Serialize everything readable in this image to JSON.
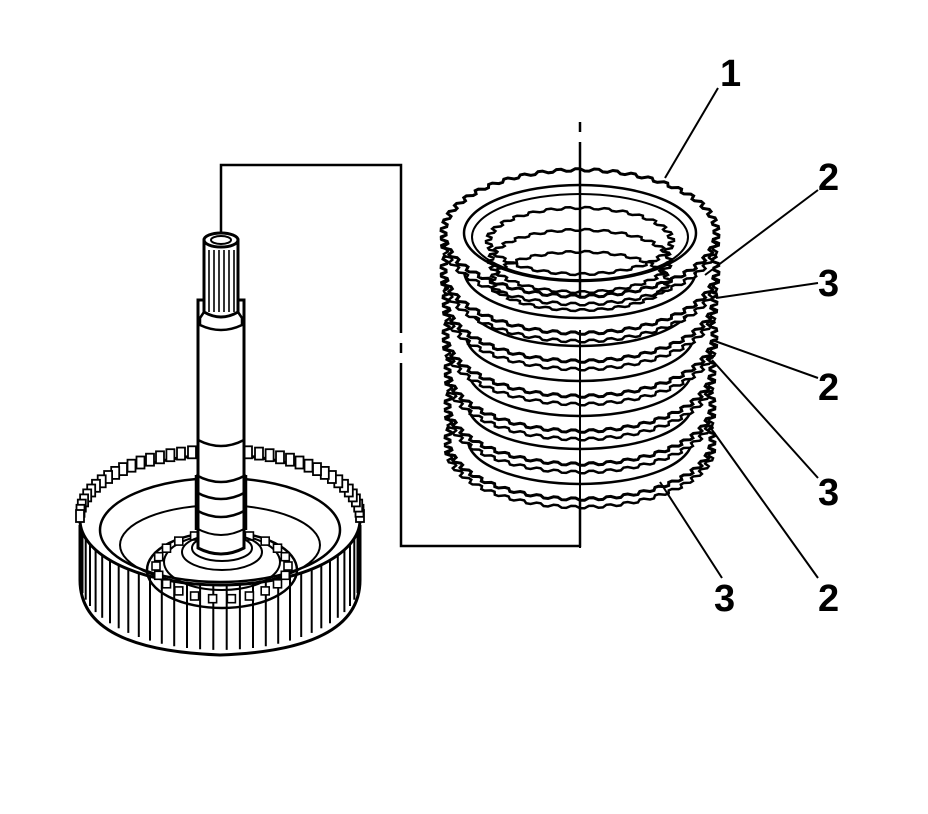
{
  "callouts": [
    {
      "label": "1"
    },
    {
      "label": "2"
    },
    {
      "label": "3"
    },
    {
      "label": "2"
    },
    {
      "label": "3"
    },
    {
      "label": "2"
    },
    {
      "label": "3"
    }
  ],
  "colors": {
    "ink": "#000000",
    "background": "#ffffff"
  }
}
